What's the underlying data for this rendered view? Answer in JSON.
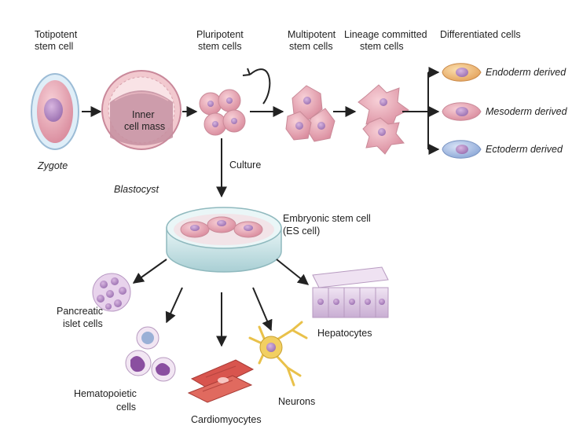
{
  "labels": {
    "totipotent_line1": "Totipotent",
    "totipotent_line2": "stem cell",
    "zygote": "Zygote",
    "inner_line1": "Inner",
    "inner_line2": "cell mass",
    "blastocyst": "Blastocyst",
    "pluripotent_line1": "Pluripotent",
    "pluripotent_line2": "stem cells",
    "multipotent_line1": "Multipotent",
    "multipotent_line2": "stem cells",
    "lineage_line1": "Lineage committed",
    "lineage_line2": "stem cells",
    "differentiated": "Differentiated cells",
    "endoderm": "Endoderm derived",
    "mesoderm": "Mesoderm derived",
    "ectoderm": "Ectoderm derived",
    "culture": "Culture",
    "es_line1": "Embryonic stem cell",
    "es_line2": "(ES cell)",
    "pancreatic_line1": "Pancreatic",
    "pancreatic_line2": "islet cells",
    "hematopoietic_line1": "Hematopoietic",
    "hematopoietic_line2": "cells",
    "cardiomyocytes": "Cardiomyocytes",
    "neurons": "Neurons",
    "hepatocytes": "Hepatocytes"
  },
  "colors": {
    "cell_pink": "#e9a3b0",
    "nucleus": "#b98fc7",
    "endoderm_cell": "#f0b97a",
    "ectoderm_cell": "#9fb6e0",
    "arrow": "#222222",
    "dish": "#cfe7ea"
  }
}
